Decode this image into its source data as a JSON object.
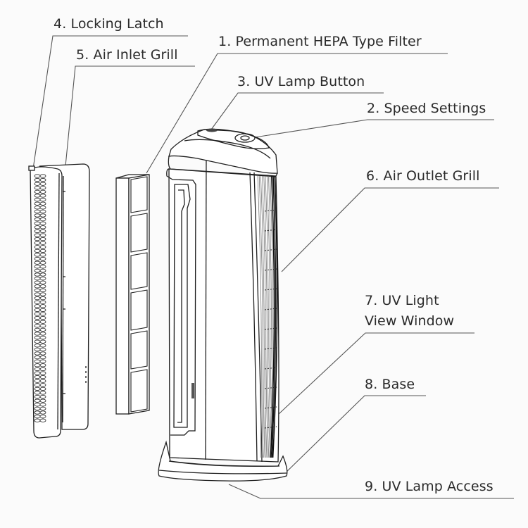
{
  "diagram": {
    "title": "Air purifier exploded view with part callouts",
    "colors": {
      "ink": "#1f1f1f",
      "leader": "#555555",
      "background": "#fbfbfb"
    },
    "parts": [
      {
        "id": "p4",
        "label": "4. Locking Latch"
      },
      {
        "id": "p5",
        "label": "5. Air Inlet Grill"
      },
      {
        "id": "p1",
        "label": "1. Permanent HEPA Type Filter"
      },
      {
        "id": "p3",
        "label": "3. UV Lamp Button"
      },
      {
        "id": "p2",
        "label": "2. Speed Settings"
      },
      {
        "id": "p6",
        "label": "6. Air Outlet Grill"
      },
      {
        "id": "p7a",
        "label": "7. UV Light"
      },
      {
        "id": "p7b",
        "label": "View Window"
      },
      {
        "id": "p8",
        "label": "8. Base"
      },
      {
        "id": "p9",
        "label": "9. UV Lamp Access"
      }
    ]
  }
}
